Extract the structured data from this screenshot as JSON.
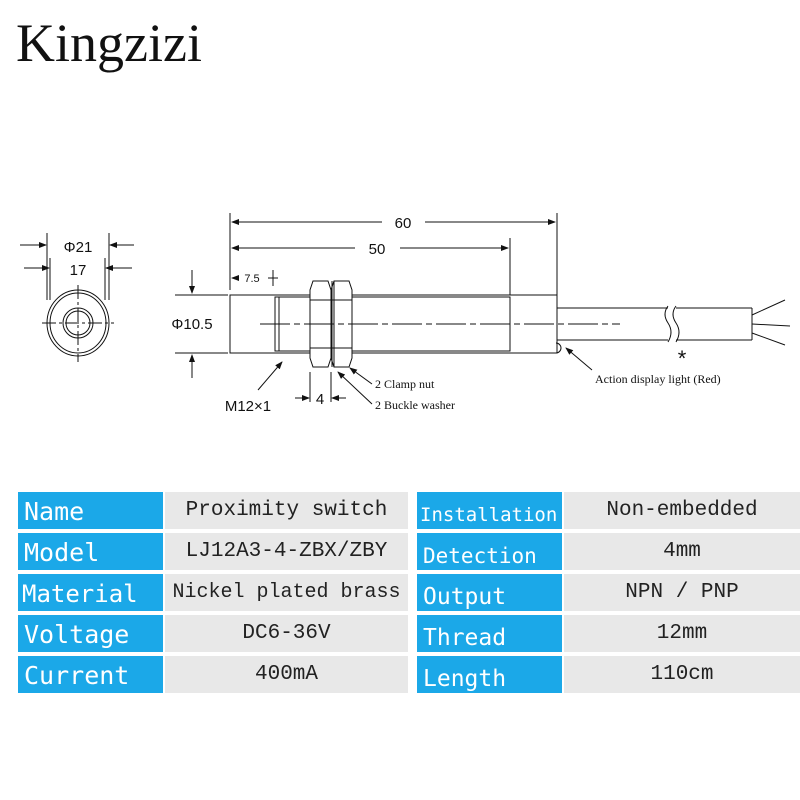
{
  "brand": "Kingzizi",
  "drawing": {
    "front_outer_dia": "Φ21",
    "front_inner_dia": "17",
    "total_length": "60",
    "thread_length": "50",
    "tip_length": "7.5",
    "body_dia": "Φ10.5",
    "thread_spec": "M12×1",
    "nut_width": "4",
    "clamp_nut": "2 Clamp nut",
    "buckle_washer": "2 Buckle washer",
    "light_label": "Action display light (Red)",
    "asterisk": "*"
  },
  "specs_left": [
    {
      "label": "Name",
      "value": "Proximity switch"
    },
    {
      "label": "Model",
      "value": "LJ12A3-4-ZBX/ZBY"
    },
    {
      "label": "Material",
      "value": "Nickel plated brass"
    },
    {
      "label": "Voltage",
      "value": "DC6-36V"
    },
    {
      "label": "Current",
      "value": "400mA"
    }
  ],
  "specs_right": [
    {
      "label": "Installation",
      "value": "Non-embedded"
    },
    {
      "label": "Detection",
      "value": "4mm"
    },
    {
      "label": "Output",
      "value": "NPN / PNP"
    },
    {
      "label": "Thread",
      "value": "12mm"
    },
    {
      "label": "Length",
      "value": "110cm"
    }
  ],
  "colors": {
    "label_bg": "#1ba8e8",
    "value_bg": "#e8e8e8"
  }
}
